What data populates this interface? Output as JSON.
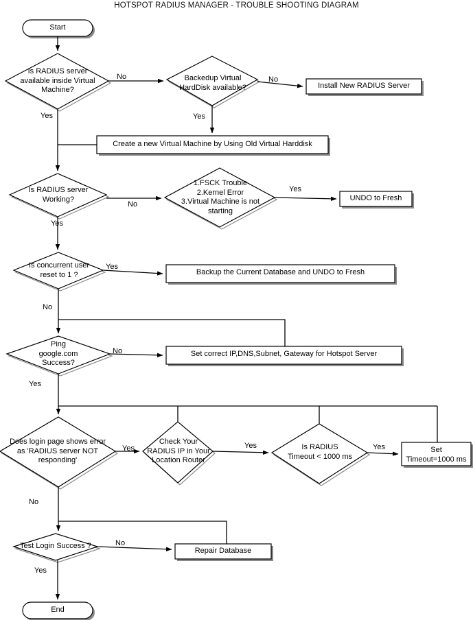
{
  "title": "HOTSPOT RADIUS MANAGER - TROUBLE SHOOTING DIAGRAM",
  "colors": {
    "stroke": "#000000",
    "shadow": "#808080",
    "background": "#ffffff",
    "text": "#000000"
  },
  "nodes": {
    "start": {
      "label": "Start",
      "shape": "terminator"
    },
    "radius_available": {
      "label": "Is RADIUS server\navailable inside Virtual\nMachine?",
      "shape": "decision"
    },
    "backedup_vhd": {
      "label": "Backedup Virtual\nHardDisk available?",
      "shape": "decision"
    },
    "install_new_radius": {
      "label": "Install New RADIUS Server",
      "shape": "process"
    },
    "create_new_vm": {
      "label": "Create a new Virtual Machine by  Using Old Virtual Harddisk",
      "shape": "process"
    },
    "radius_working": {
      "label": "Is RADIUS server\nWorking?",
      "shape": "decision"
    },
    "fsck_kernel_vm": {
      "label": "1.FSCK Trouble\n2.Kernel Error\n3.Virtual Machine is not\nstarting",
      "shape": "decision"
    },
    "undo_to_fresh": {
      "label": "UNDO to Fresh",
      "shape": "process"
    },
    "concurrent_user": {
      "label": "Is concurrent user\nreset to 1 ?",
      "shape": "decision"
    },
    "backup_db_undo": {
      "label": "Backup the Current Database and UNDO to Fresh",
      "shape": "process"
    },
    "ping_google": {
      "label": "Ping\ngoogle.com\nSuccess?",
      "shape": "decision"
    },
    "set_correct_ip": {
      "label": "Set correct IP,DNS,Subnet, Gateway for Hotspot Server",
      "shape": "process"
    },
    "login_page_error": {
      "label": "Does login page shows error\nas 'RADIUS server NOT\nresponding'",
      "shape": "decision"
    },
    "check_radius_ip": {
      "label": "Check Your\nRADIUS IP in Your\nLocation Router",
      "shape": "decision"
    },
    "radius_timeout": {
      "label": "Is RADIUS\nTimeout < 1000 ms",
      "shape": "decision"
    },
    "set_timeout": {
      "label": "Set\nTimeout=1000 ms",
      "shape": "process"
    },
    "test_login": {
      "label": "Test Login Success ?",
      "shape": "decision"
    },
    "repair_database": {
      "label": "Repair Database",
      "shape": "process"
    },
    "end": {
      "label": "End",
      "shape": "terminator"
    }
  },
  "edge_labels": {
    "radius_available_no": "No",
    "radius_available_yes": "Yes",
    "backedup_vhd_no": "No",
    "backedup_vhd_yes": "Yes",
    "radius_working_no": "No",
    "radius_working_yes": "Yes",
    "fsck_yes": "Yes",
    "concurrent_user_yes": "Yes",
    "concurrent_user_no": "No",
    "ping_google_no": "No",
    "ping_google_yes": "Yes",
    "login_page_error_yes": "Yes",
    "login_page_error_no": "No",
    "check_radius_ip_yes": "Yes",
    "radius_timeout_yes": "Yes",
    "test_login_no": "No",
    "test_login_yes": "Yes"
  }
}
